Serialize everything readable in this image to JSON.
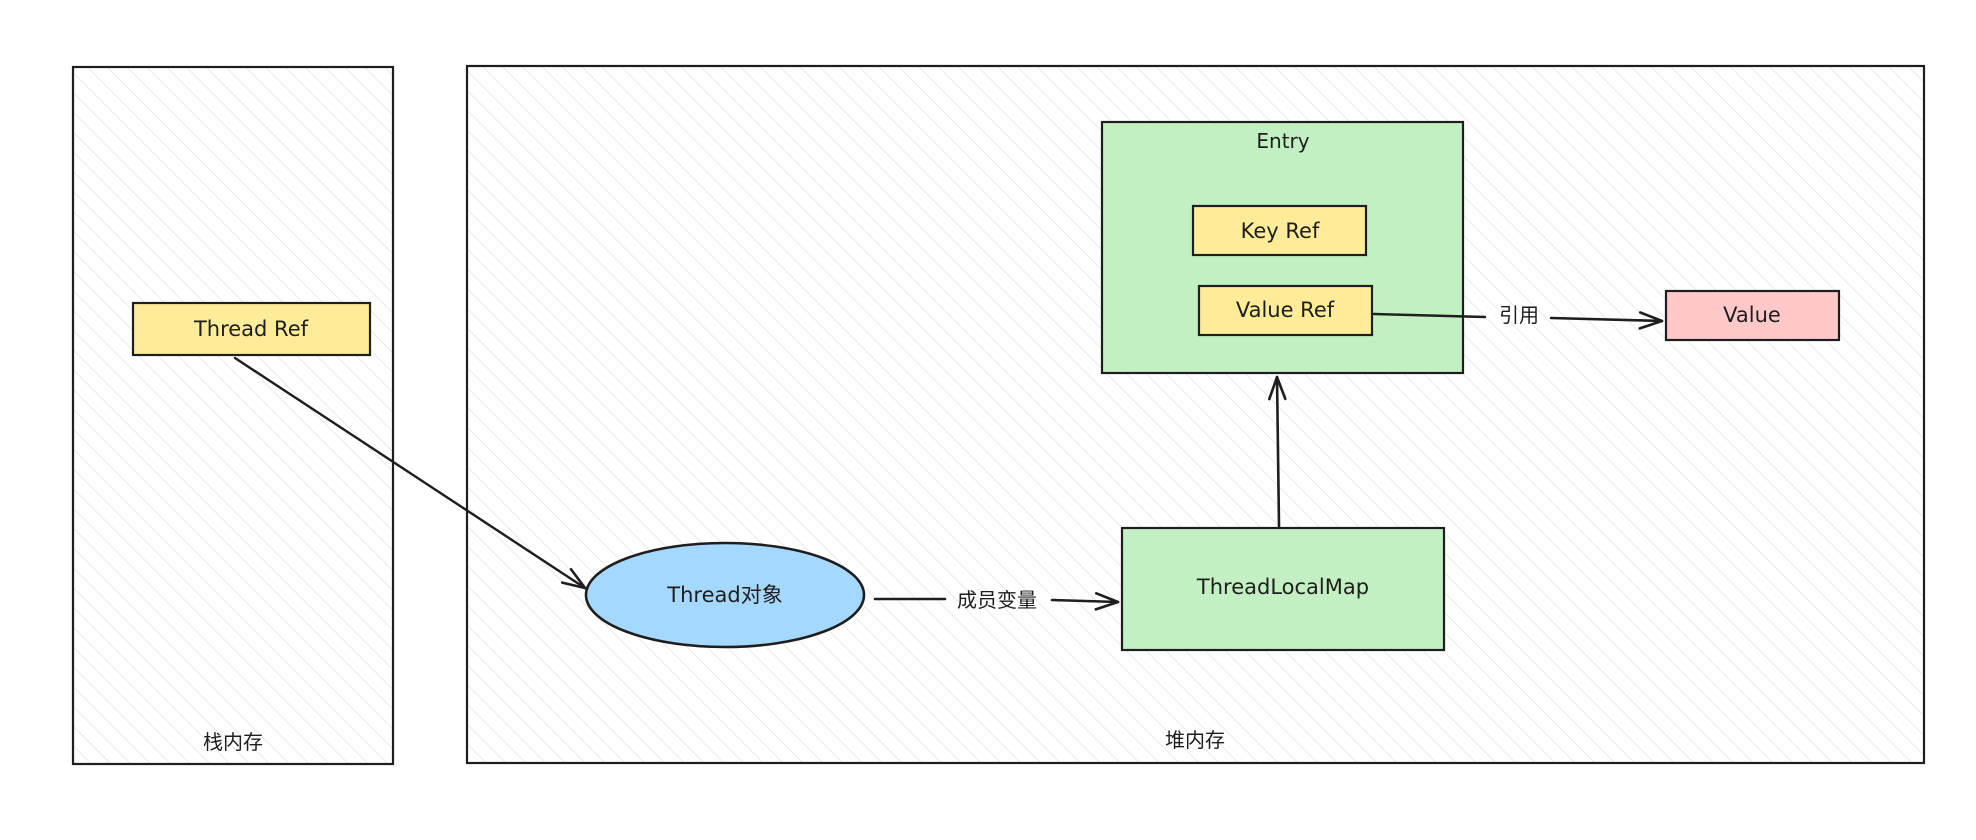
{
  "regions": {
    "stack": {
      "label": "栈内存"
    },
    "heap": {
      "label": "堆内存"
    }
  },
  "nodes": {
    "thread_ref": {
      "label": "Thread Ref"
    },
    "thread_object": {
      "label": "Thread对象"
    },
    "thread_local_map": {
      "label": "ThreadLocalMap"
    },
    "entry": {
      "label": "Entry"
    },
    "key_ref": {
      "label": "Key Ref"
    },
    "value_ref": {
      "label": "Value Ref"
    },
    "value": {
      "label": "Value"
    }
  },
  "edges": {
    "member_variable": {
      "label": "成员变量"
    },
    "reference": {
      "label": "引用"
    }
  },
  "colors": {
    "stroke": "#1e1e1e",
    "yellow_fill": "#ffec99",
    "green_fill": "#c3f0c2",
    "blue_fill": "#a5d8ff",
    "red_fill": "#ffc9c9",
    "hatch": "#d9d9d9"
  }
}
